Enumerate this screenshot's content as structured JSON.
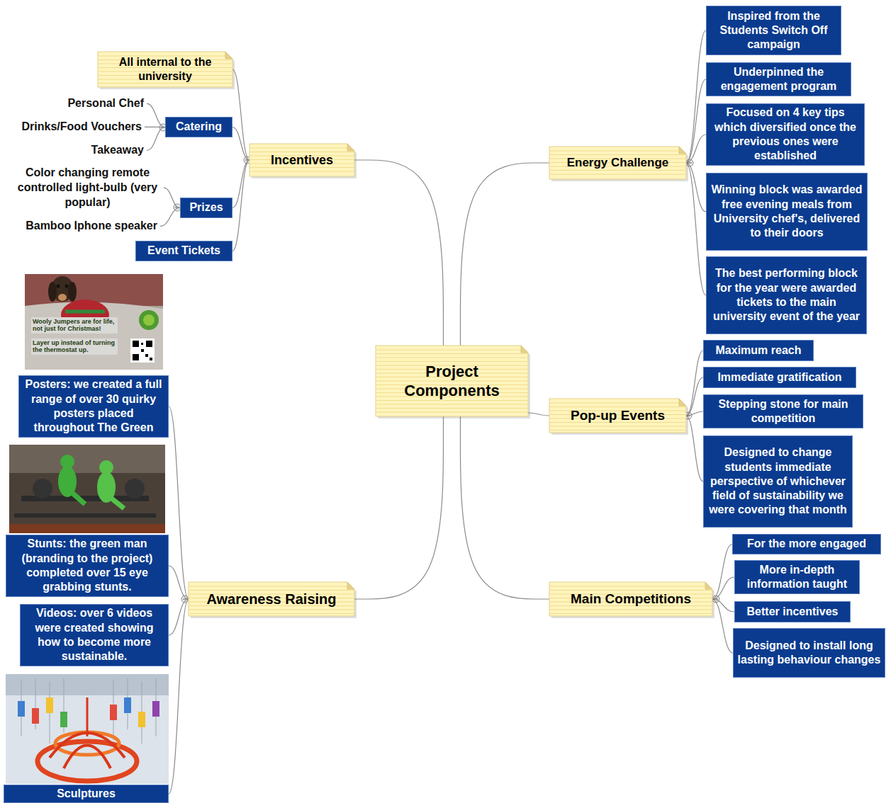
{
  "diagram": {
    "nodes": [
      {
        "text": [
          "Project Components"
        ]
      },
      {
        "text": [
          "Incentives"
        ]
      },
      {
        "text": [
          "All internal to the university"
        ]
      },
      {
        "text": [
          "Catering"
        ]
      },
      {
        "text": [
          "Personal Chef"
        ]
      },
      {
        "text": [
          "Drinks/Food Vouchers"
        ]
      },
      {
        "text": [
          "Takeaway"
        ]
      },
      {
        "text": [
          "Prizes"
        ]
      },
      {
        "text": [
          "Color changing remote controlled light-bulb (very popular)"
        ]
      },
      {
        "text": [
          "Bamboo Iphone speaker"
        ]
      },
      {
        "text": [
          "Event Tickets"
        ]
      },
      {
        "text": [
          "Awareness Raising"
        ]
      },
      {
        "text": [
          "Posters: we created a full range of over 30 quirky posters placed throughout The Green"
        ]
      },
      {
        "text": [
          "Stunts: the green man (branding to the project) completed over 15 eye grabbing stunts."
        ]
      },
      {
        "text": [
          "Videos: over 6 videos were created showing how to become more sustainable."
        ]
      },
      {
        "text": [
          "Sculptures"
        ]
      },
      {
        "text": [
          "Energy Challenge"
        ]
      },
      {
        "text": [
          "Inspired from the Students Switch Off campaign"
        ]
      },
      {
        "text": [
          "Underpinned the engagement program"
        ]
      },
      {
        "text": [
          "Focused on 4 key tips which diversified once the previous ones were established"
        ]
      },
      {
        "text": [
          "Winning block was awarded free evening meals from University chef's, delivered to their doors"
        ]
      },
      {
        "text": [
          "The best performing block for the year were awarded tickets to the main university event of the year"
        ]
      },
      {
        "text": [
          "Pop-up Events"
        ]
      },
      {
        "text": [
          "Maximum reach"
        ]
      },
      {
        "text": [
          "Immediate gratification"
        ]
      },
      {
        "text": [
          "Stepping stone for main competition"
        ]
      },
      {
        "text": [
          "Designed to change students immediate perspective of whichever field of sustainability we were covering that month"
        ]
      },
      {
        "text": [
          "Main Competitions"
        ]
      },
      {
        "text": [
          "For the more engaged"
        ]
      },
      {
        "text": [
          "More in-depth information taught"
        ]
      },
      {
        "text": [
          "Better incentives"
        ]
      },
      {
        "text": [
          "Designed to install long lasting behaviour changes"
        ]
      }
    ],
    "edges": [
      {
        "from": 0,
        "to": 1,
        "arrow": "none"
      },
      {
        "from": 1,
        "to": 2,
        "arrow": "none"
      },
      {
        "from": 1,
        "to": 3,
        "arrow": "none"
      },
      {
        "from": 3,
        "to": 4,
        "arrow": "none"
      },
      {
        "from": 3,
        "to": 5,
        "arrow": "none"
      },
      {
        "from": 3,
        "to": 6,
        "arrow": "none"
      },
      {
        "from": 1,
        "to": 7,
        "arrow": "none"
      },
      {
        "from": 7,
        "to": 8,
        "arrow": "none"
      },
      {
        "from": 7,
        "to": 9,
        "arrow": "none"
      },
      {
        "from": 1,
        "to": 10,
        "arrow": "none"
      },
      {
        "from": 0,
        "to": 11,
        "arrow": "none"
      },
      {
        "from": 11,
        "to": 12,
        "arrow": "none"
      },
      {
        "from": 11,
        "to": 13,
        "arrow": "none"
      },
      {
        "from": 11,
        "to": 14,
        "arrow": "none"
      },
      {
        "from": 11,
        "to": 15,
        "arrow": "none"
      },
      {
        "from": 0,
        "to": 16,
        "arrow": "none"
      },
      {
        "from": 16,
        "to": 17,
        "arrow": "none"
      },
      {
        "from": 16,
        "to": 18,
        "arrow": "none"
      },
      {
        "from": 16,
        "to": 19,
        "arrow": "none"
      },
      {
        "from": 16,
        "to": 20,
        "arrow": "none"
      },
      {
        "from": 16,
        "to": 21,
        "arrow": "none"
      },
      {
        "from": 0,
        "to": 22,
        "arrow": "none"
      },
      {
        "from": 22,
        "to": 23,
        "arrow": "none"
      },
      {
        "from": 22,
        "to": 24,
        "arrow": "none"
      },
      {
        "from": 22,
        "to": 25,
        "arrow": "none"
      },
      {
        "from": 22,
        "to": 26,
        "arrow": "none"
      },
      {
        "from": 0,
        "to": 27,
        "arrow": "none"
      },
      {
        "from": 27,
        "to": 28,
        "arrow": "none"
      },
      {
        "from": 27,
        "to": 29,
        "arrow": "none"
      },
      {
        "from": 27,
        "to": 30,
        "arrow": "none"
      },
      {
        "from": 27,
        "to": 31,
        "arrow": "none"
      }
    ],
    "labels": [
      "Wooly Jumpers are for life, not just for Christmas!",
      "Layer up instead of turning the thermostat up."
    ]
  }
}
